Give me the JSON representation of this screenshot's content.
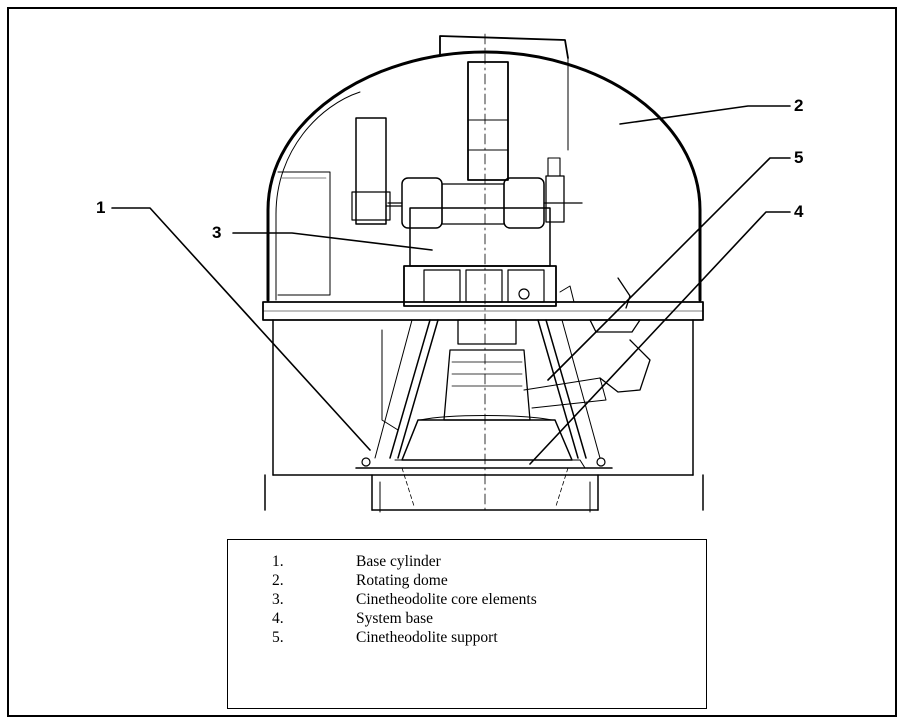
{
  "callouts": [
    {
      "id": "1",
      "label": "1"
    },
    {
      "id": "2",
      "label": "2"
    },
    {
      "id": "3",
      "label": "3"
    },
    {
      "id": "4",
      "label": "4"
    },
    {
      "id": "5",
      "label": "5"
    }
  ],
  "legend": {
    "items": [
      {
        "number": "1.",
        "text": "Base cylinder"
      },
      {
        "number": "2.",
        "text": "Rotating dome"
      },
      {
        "number": "3.",
        "text": "Cinetheodolite core elements"
      },
      {
        "number": "4.",
        "text": "System base"
      },
      {
        "number": "5.",
        "text": "Cinetheodolite support"
      }
    ]
  },
  "colors": {
    "ink": "#000000",
    "background": "#ffffff"
  }
}
